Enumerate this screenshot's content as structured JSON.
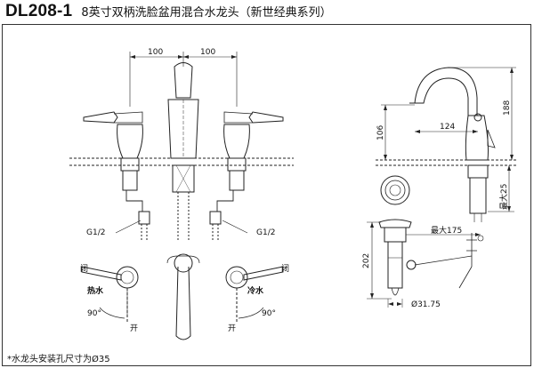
{
  "header": {
    "model": "DL208-1",
    "description": "8英寸双柄洗脸盆用混合水龙头（新世经典系列）"
  },
  "front_view": {
    "spacing_left": "100",
    "spacing_right": "100",
    "thread_left": "G1/2",
    "thread_right": "G1/2"
  },
  "handle_views": {
    "left": {
      "close_label": "闭",
      "hot_label": "热水",
      "angle": "90°",
      "open_label": "开"
    },
    "right": {
      "close_label": "闭",
      "cold_label": "冷水",
      "angle": "90°",
      "open_label": "开"
    }
  },
  "side_view": {
    "reach": "124",
    "spout_height": "106",
    "total_height": "188",
    "max_deck": "最大25"
  },
  "drain_view": {
    "max_reach": "最大175",
    "height": "202",
    "diameter": "Ø31.75"
  },
  "footer_note": "*水龙头安装孔尺寸为Ø35"
}
